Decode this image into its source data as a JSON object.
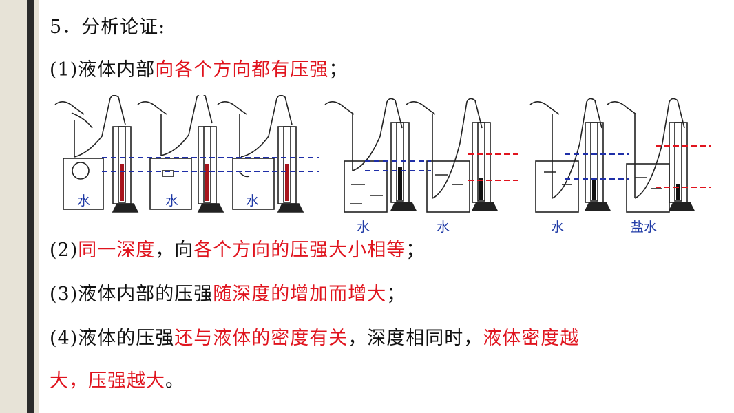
{
  "heading": "5．分析论证:",
  "p1": {
    "num": "(1)",
    "a": "液体内部",
    "b": "向各个方向都有压强",
    "c": "；"
  },
  "p2": {
    "num": "(2)",
    "a": "同一深度",
    "b": "，向",
    "c": "各个方向的压强大小相等",
    "d": "；"
  },
  "p3": {
    "num": "(3)",
    "a": "液体内部的压强",
    "b": "随深度的增加而增大",
    "c": "；"
  },
  "p4": {
    "num": "(4)",
    "a": "液体的压强",
    "b": "还与液体的密度有关",
    "c": "，深度相同时，",
    "d": "液体密度越"
  },
  "p5": {
    "a": "大，压强越大",
    "b": "。"
  },
  "figure_labels": {
    "g1": [
      "水",
      "水",
      "水"
    ],
    "g2": [
      "水",
      "水"
    ],
    "g3": [
      "水",
      "盐水"
    ]
  },
  "colors": {
    "highlight": "#e0141e",
    "blue_line": "#1f2fa8",
    "red_line": "#e0141e",
    "red_liquid": "#a8141c"
  }
}
